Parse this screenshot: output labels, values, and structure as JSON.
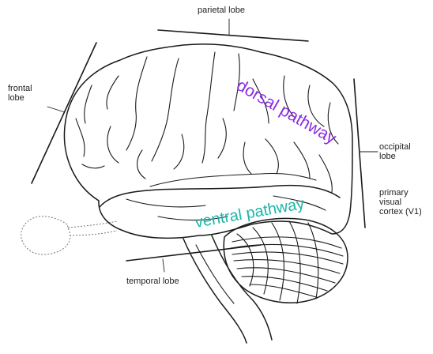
{
  "labels": {
    "parietal": "parietal lobe",
    "frontal": "frontal\nlobe",
    "occipital": "occipital\nlobe",
    "v1": "primary\nvisual\ncortex (V1)",
    "temporal": "temporal lobe"
  },
  "pathways": {
    "dorsal": {
      "text": "dorsal pathway",
      "color": "#8a2be2"
    },
    "ventral": {
      "text": "ventral pathway",
      "color": "#1fb5a8"
    }
  }
}
